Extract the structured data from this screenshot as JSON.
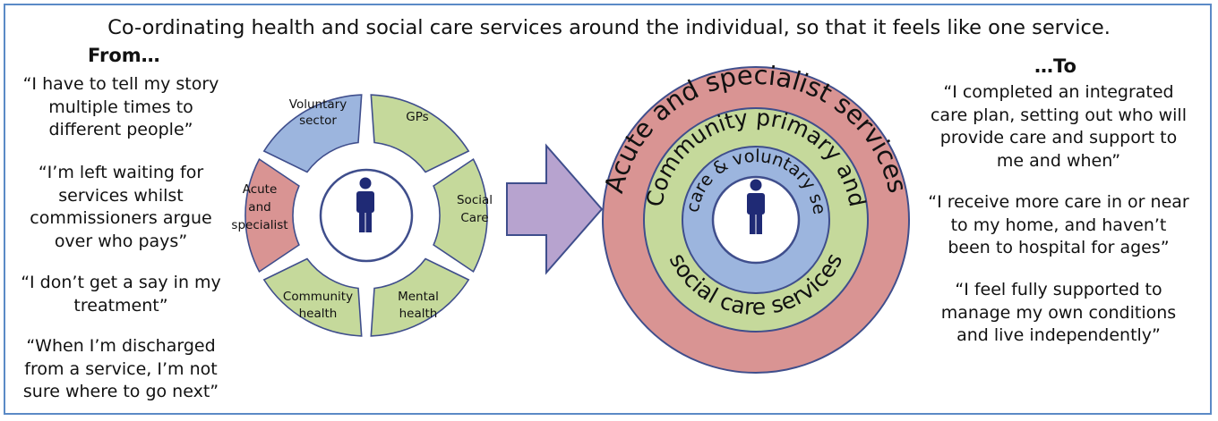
{
  "headline": "Co-ordinating health and social care services around the individual, so that it feels like one service.",
  "from": {
    "heading": "From…",
    "quotes": [
      [
        "“I have to tell my story",
        "multiple times to",
        "different people”"
      ],
      [
        "“I’m left waiting for",
        "services whilst",
        "commissioners argue",
        "over who pays”"
      ],
      [
        "“I don’t get a say in my",
        "treatment”"
      ],
      [
        "“When I’m discharged",
        "from a service, I’m not",
        "sure where to go next”"
      ]
    ]
  },
  "to": {
    "heading": "…To",
    "quotes": [
      [
        "“I completed an integrated",
        "care plan, setting out who will",
        "provide care and support to",
        "me and when”"
      ],
      [
        "“I receive more care in or near",
        "to my home, and haven’t",
        "been to hospital for ages”"
      ],
      [
        "“I feel fully supported to",
        "manage my own conditions",
        "and live independently”"
      ]
    ]
  },
  "segments": {
    "voluntary": [
      "Voluntary",
      "sector"
    ],
    "gps": [
      "GPs"
    ],
    "social": [
      "Social",
      "Care"
    ],
    "mental": [
      "Mental",
      "health"
    ],
    "community": [
      "Community",
      "health"
    ],
    "acute": [
      "Acute",
      "and",
      "specialist"
    ]
  },
  "rings": {
    "outer": "Acute and specialist services",
    "middle_top": "Community primary and",
    "middle_bottom": "social care services",
    "inner": "self care & voluntary sector"
  },
  "colors": {
    "green": "#c5d99b",
    "blue": "#9cb5de",
    "red": "#d99493",
    "purple": "#b7a3cf",
    "border": "#3f4e8c",
    "figure": "#1f2a75",
    "frame": "#5b8ac6"
  }
}
